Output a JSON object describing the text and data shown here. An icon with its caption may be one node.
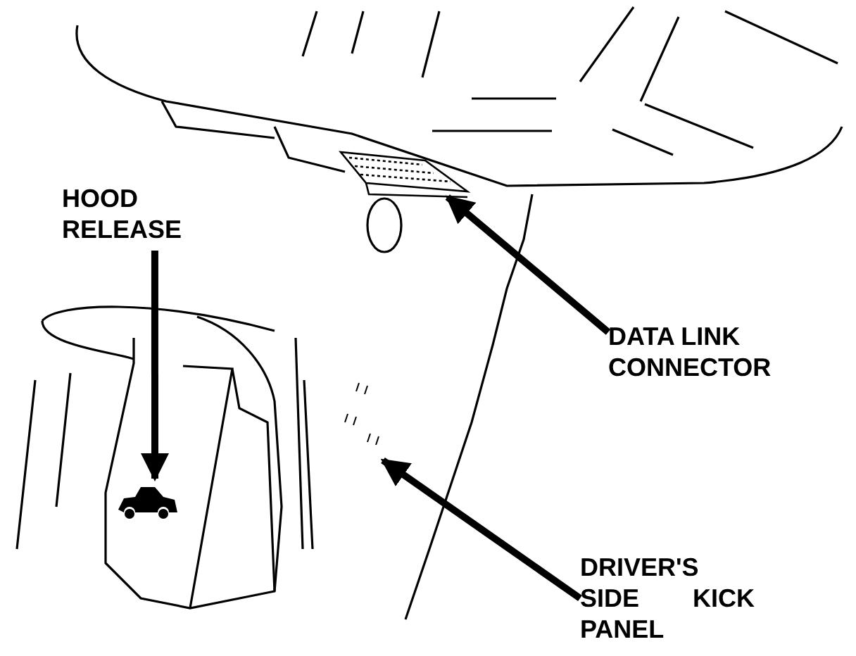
{
  "diagram": {
    "nodes": [
      {
        "text": [
          "HOOD RELEASE"
        ]
      },
      {
        "text": [],
        "shape": "picture"
      },
      {
        "text": [
          "DATA LINK CONNECTOR"
        ]
      },
      {
        "text": [],
        "shape": "picture"
      },
      {
        "text": [
          "DRIVER'S SIDE KICK PANEL"
        ]
      },
      {
        "text": [],
        "shape": "picture"
      }
    ],
    "edges": [
      {
        "from": 0,
        "to": 1,
        "arrow": "to"
      },
      {
        "from": 2,
        "to": 3,
        "arrow": "to"
      },
      {
        "from": 4,
        "to": 5,
        "arrow": "to"
      }
    ]
  }
}
